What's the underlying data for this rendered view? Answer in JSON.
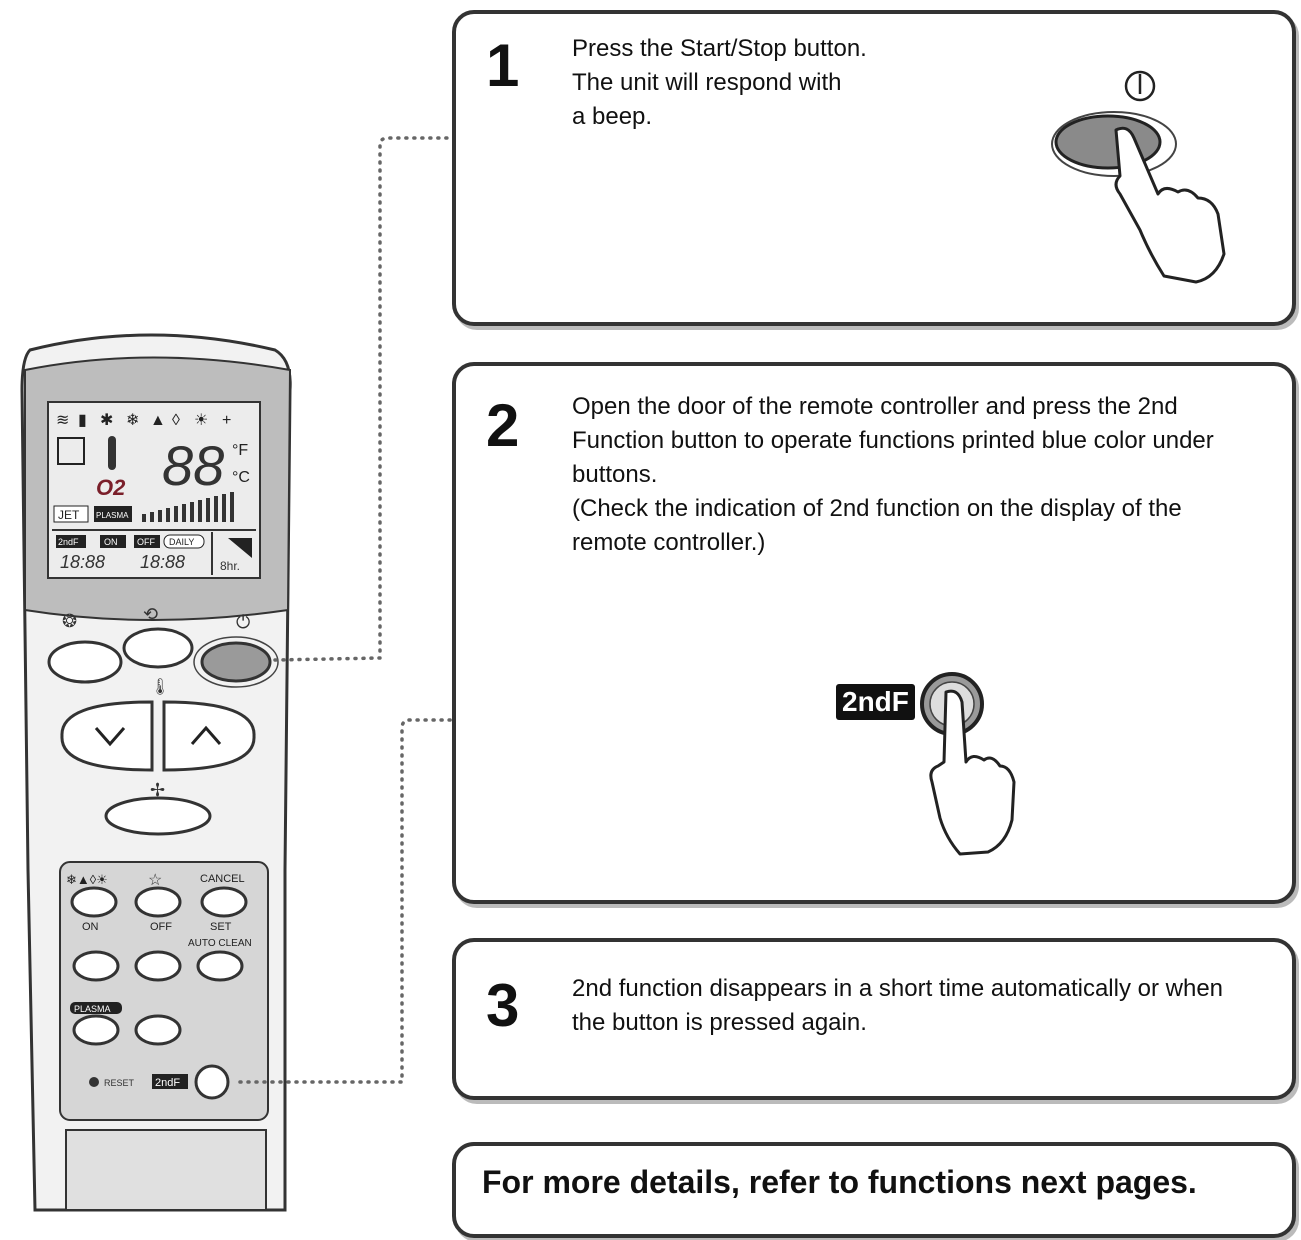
{
  "steps": [
    {
      "number": "1",
      "lines": [
        "Press the Start/Stop button.",
        "The unit will respond with",
        "a beep."
      ]
    },
    {
      "number": "2",
      "lines": [
        "Open the door of the remote controller and press the 2nd",
        "Function button to operate functions printed blue color under",
        "buttons.",
        "(Check the indication of 2nd function on the display of the",
        "remote controller.)"
      ]
    },
    {
      "number": "3",
      "lines": [
        "2nd function disappears in a short time automatically or when",
        "the button is pressed again."
      ]
    }
  ],
  "note": "For more details, refer to functions next pages.",
  "illustration": {
    "second_function_badge": "2ndF",
    "remote": {
      "display": {
        "o2": "O2",
        "jet": "JET",
        "plasma": "PLASMA",
        "temp": "88",
        "unit_f": "°F",
        "unit_c": "°C",
        "second_f": "2ndF",
        "on": "ON",
        "off": "OFF",
        "daily": "DAILY",
        "time1": "18:88",
        "time2": "18:88",
        "hours": "8hr."
      },
      "labels": {
        "cancel": "CANCEL",
        "on": "ON",
        "off": "OFF",
        "set": "SET",
        "auto_clean": "AUTO CLEAN",
        "plasma": "PLASMA",
        "reset": "RESET",
        "second_f": "2ndF"
      }
    }
  },
  "colors": {
    "border": "#333333",
    "lcd": "#e9e9e9",
    "body": "#d6d6d6",
    "button_badge": "#111111"
  }
}
